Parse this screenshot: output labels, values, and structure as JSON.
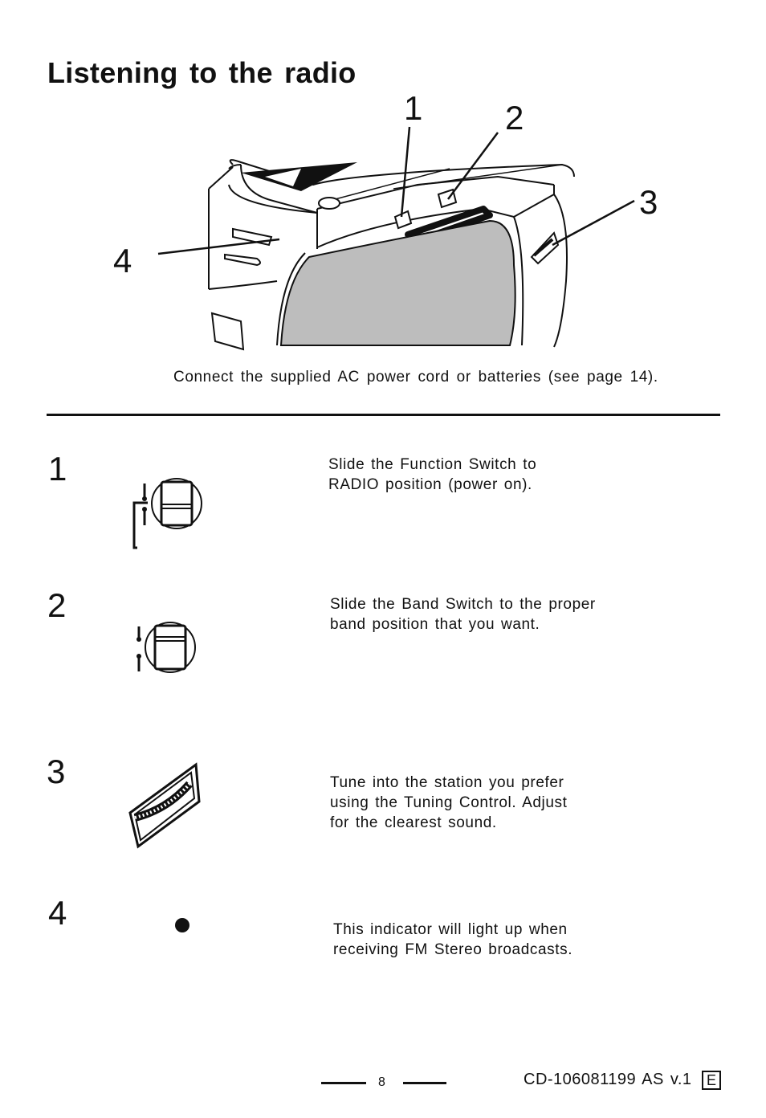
{
  "page": {
    "title": "Listening to the radio",
    "caption": "Connect the supplied AC power cord or batteries (see page 14).",
    "callouts": [
      "1",
      "2",
      "3",
      "4"
    ]
  },
  "steps": [
    {
      "number": "1",
      "text": "Slide the Function Switch to\nRADIO position (power on)."
    },
    {
      "number": "2",
      "text": "Slide the Band Switch to the proper\nband position that you want."
    },
    {
      "number": "3",
      "text": "Tune into the station you prefer\nusing the Tuning Control. Adjust\nfor the clearest sound."
    },
    {
      "number": "4",
      "text": "This indicator will light up when\nreceiving FM Stereo broadcasts."
    }
  ],
  "footer": {
    "page_number": "8",
    "doc_id": "CD-106081199 AS v.1",
    "language_badge": "E"
  }
}
